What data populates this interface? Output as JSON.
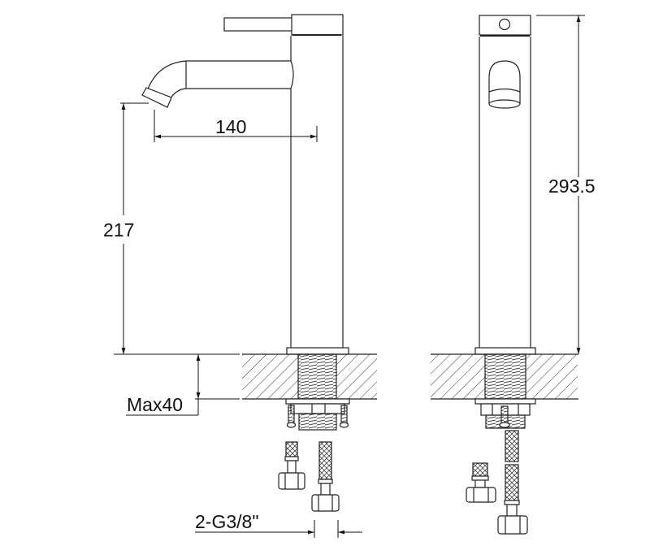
{
  "diagram": {
    "type": "technical-drawing",
    "subject": "tall single-lever basin mixer tap",
    "views": [
      {
        "name": "side-view",
        "description": "tap body with spout, handle, countertop section, mounting nut and flexible hoses"
      },
      {
        "name": "front-view",
        "description": "tap body front with aerator outlet, countertop section, mounting nut and flexible hoses"
      }
    ],
    "dimensions": {
      "spout_reach": "140",
      "spout_height": "217",
      "total_height": "293.5",
      "max_deck_thickness": "Max40",
      "hose_thread": "2-G3/8\""
    },
    "colors": {
      "line": "#222222",
      "background": "#ffffff",
      "text": "#111111"
    }
  }
}
